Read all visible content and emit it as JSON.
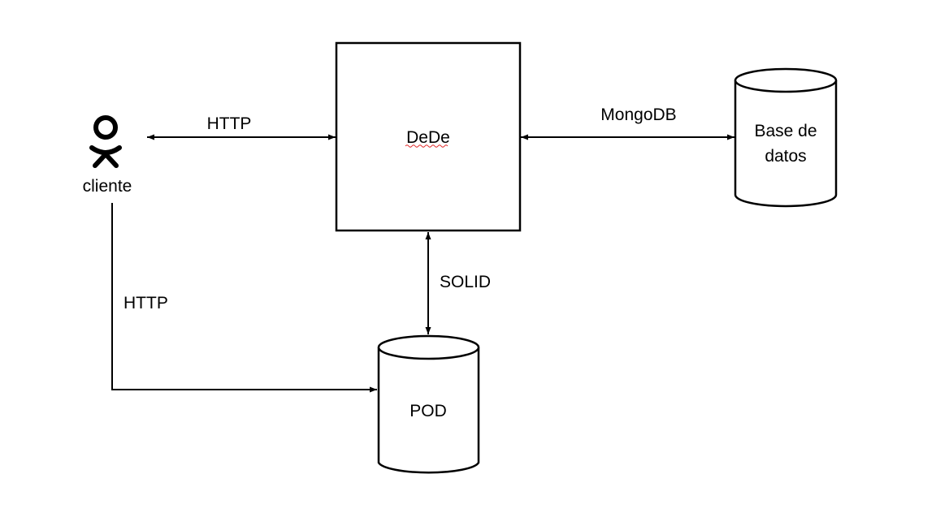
{
  "nodes": {
    "client": {
      "label": "cliente",
      "icon": "odnoklassniki-person-icon"
    },
    "dede": {
      "label": "DeDe"
    },
    "database": {
      "label_line1": "Base de",
      "label_line2": "datos"
    },
    "pod": {
      "label": "POD"
    }
  },
  "edges": {
    "client_dede": {
      "label": "HTTP"
    },
    "dede_database": {
      "label": "MongoDB"
    },
    "dede_pod": {
      "label": "SOLID"
    },
    "client_pod": {
      "label": "HTTP"
    }
  },
  "colors": {
    "stroke": "#000000",
    "spellcheck_underline": "#e02020",
    "background": "#ffffff"
  }
}
